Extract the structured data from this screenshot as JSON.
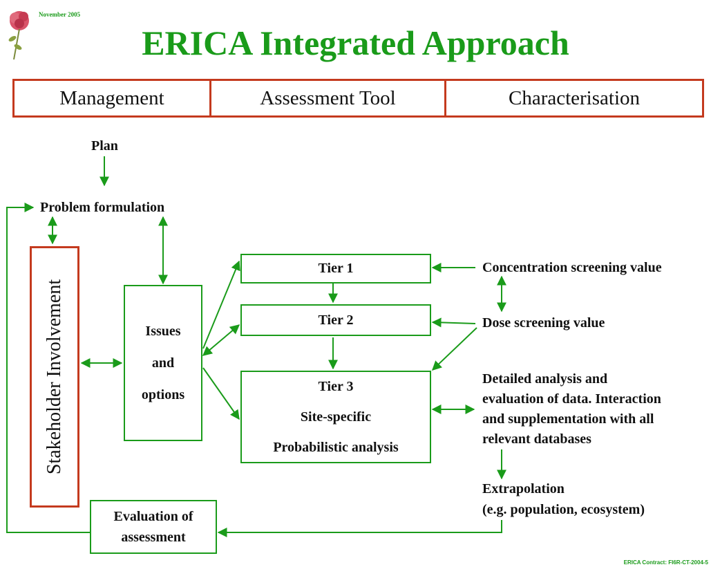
{
  "header": {
    "date": "November 2005",
    "title": "ERICA Integrated Approach",
    "footer": "ERICA Contract: FI6R-CT-2004-5"
  },
  "phases": [
    "Management",
    "Assessment Tool",
    "Characterisation"
  ],
  "nodes": {
    "plan": "Plan",
    "problem": "Problem formulation",
    "stakeholder": "Stakeholder Involvement",
    "issues": [
      "Issues",
      "and",
      "options"
    ],
    "tier1": "Tier 1",
    "tier2": "Tier 2",
    "tier3": [
      "Tier 3",
      "Site-specific",
      "Probabilistic analysis"
    ],
    "conc": "Concentration screening value",
    "dose": "Dose screening value",
    "detailed": [
      "Detailed analysis and",
      "evaluation of data. Interaction",
      "and supplementation with all",
      "relevant databases"
    ],
    "extrap": [
      "Extrapolation",
      "(e.g. population, ecosystem)"
    ],
    "evaluation": [
      "Evaluation of",
      "assessment"
    ]
  },
  "colors": {
    "green": "#1a9b1a",
    "red": "#c43a1e"
  }
}
